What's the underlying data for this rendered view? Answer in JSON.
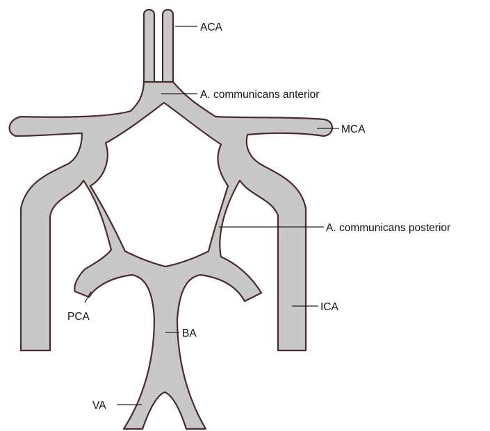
{
  "diagram": {
    "colors": {
      "vessel_fill": "#c8c8c8",
      "vessel_outline": "#4a2a2a",
      "text": "#111111",
      "background": "#ffffff"
    },
    "labels": {
      "aca": "ACA",
      "acom": "A. communicans anterior",
      "mca": "MCA",
      "pcom": "A. communicans posterior",
      "ica": "ICA",
      "pca": "PCA",
      "ba": "BA",
      "va": "VA"
    }
  }
}
